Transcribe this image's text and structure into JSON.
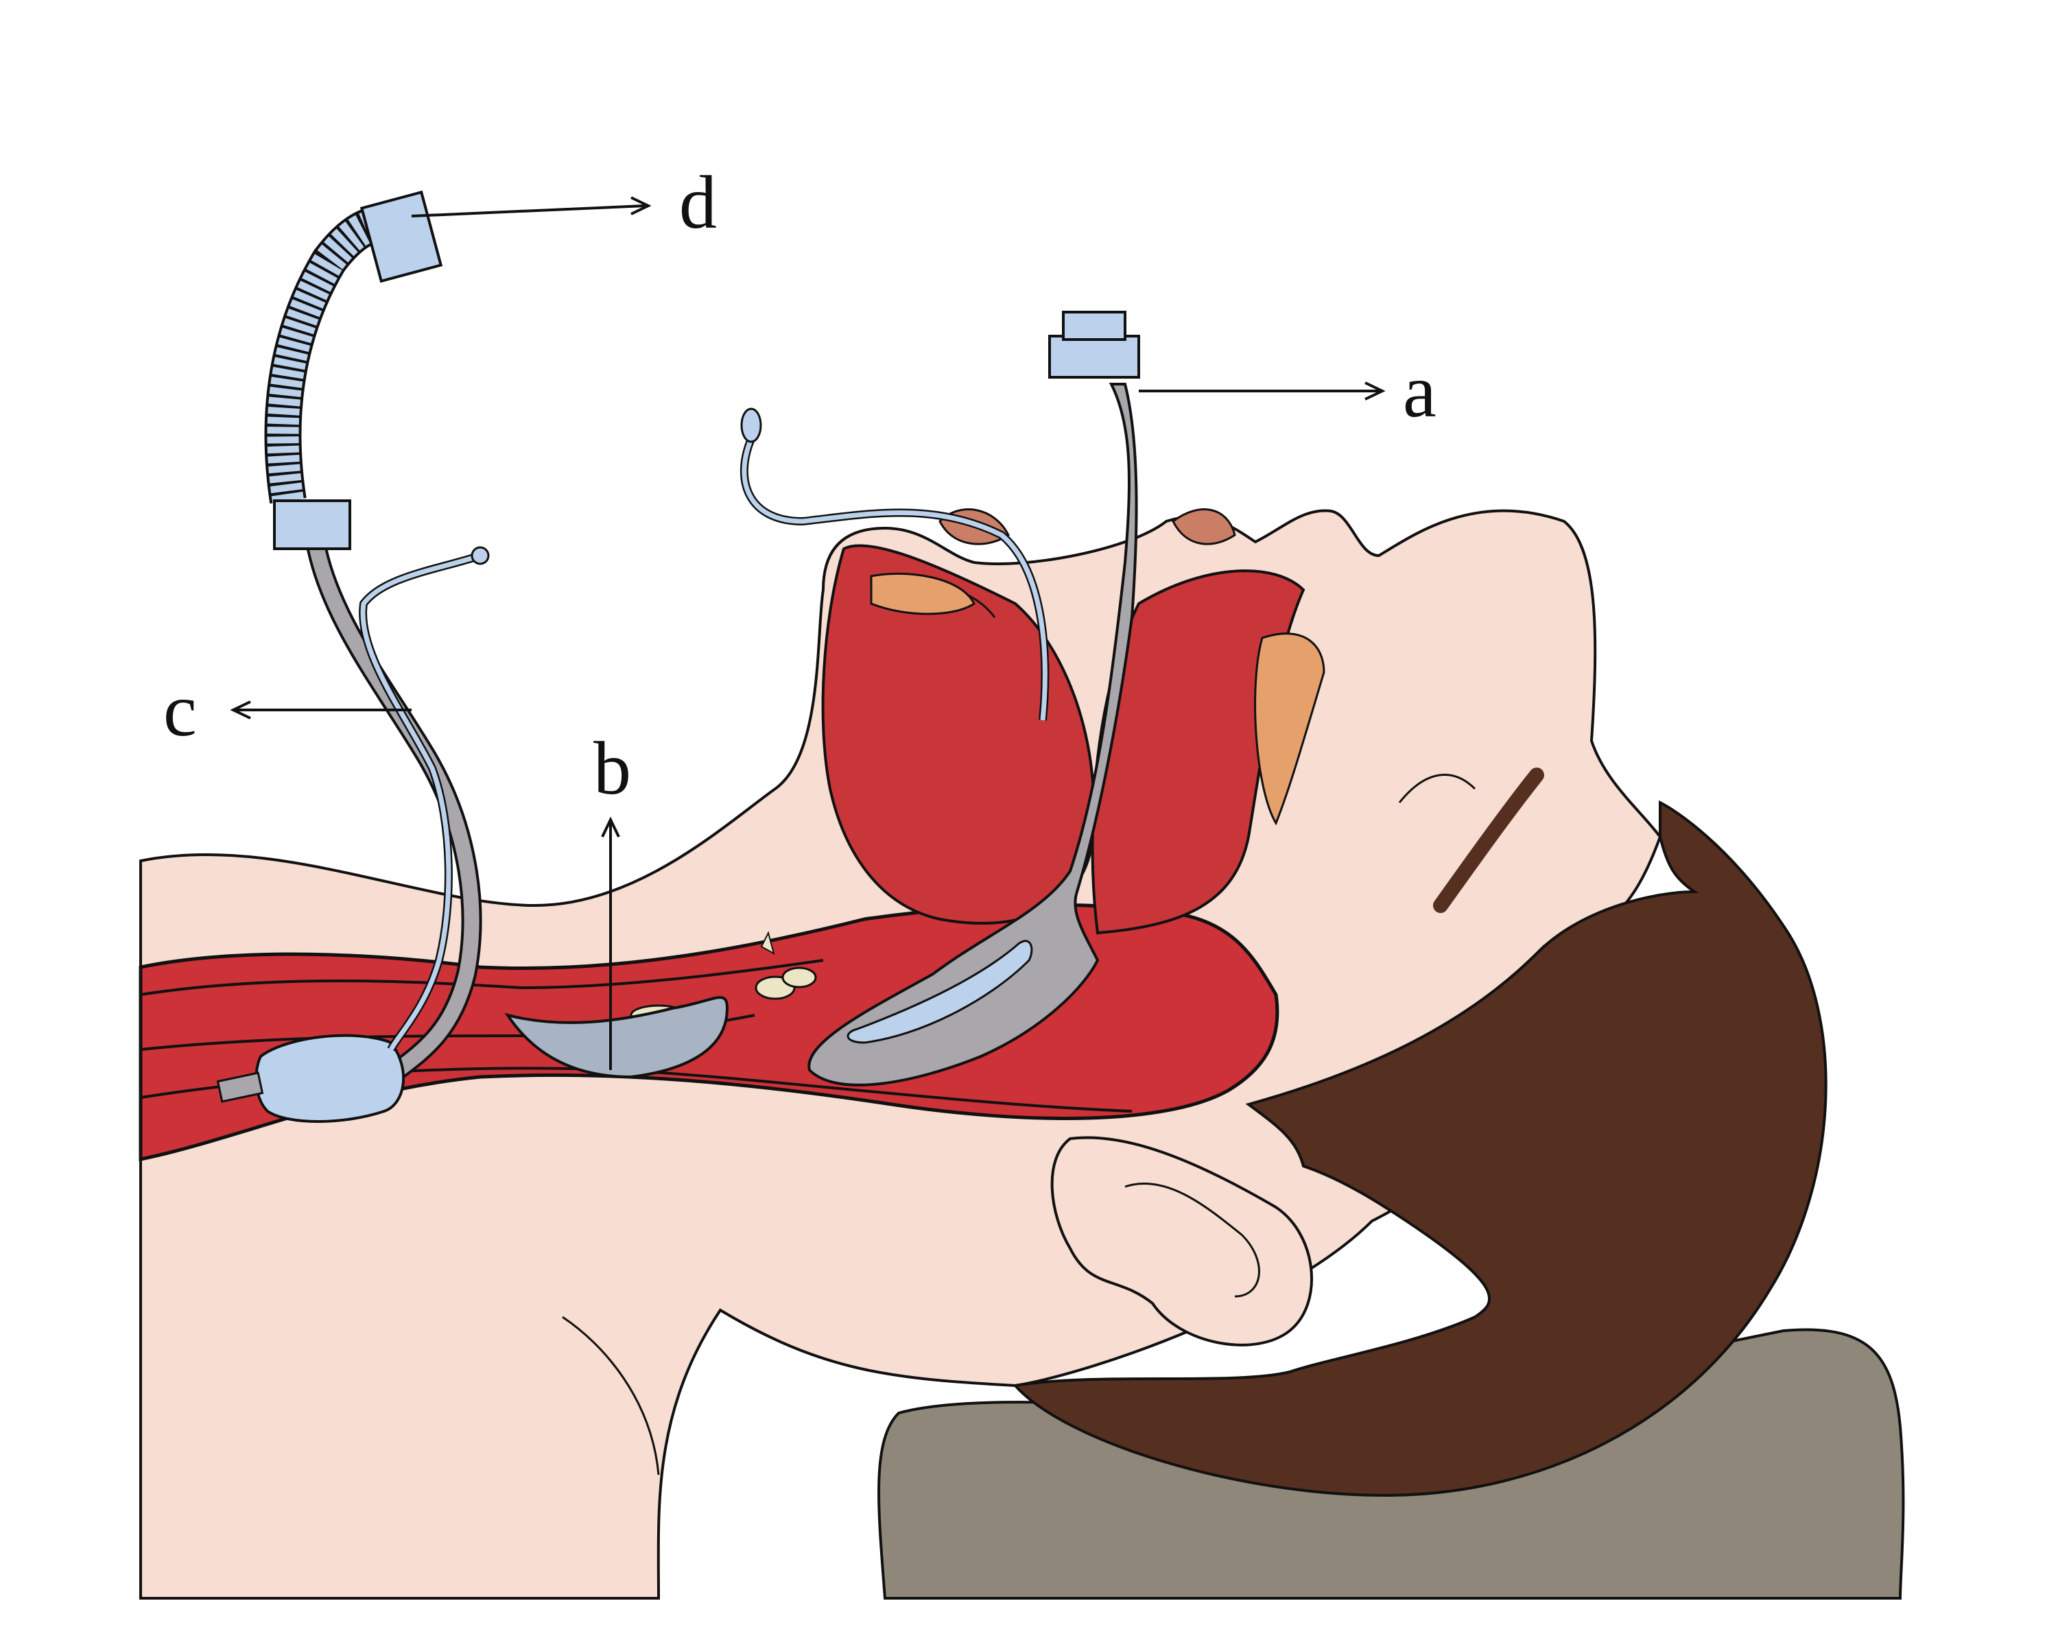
{
  "figure": {
    "description": "Sagittal illustration of a supine patient with head extended showing airway devices inserted",
    "labels": {
      "a": "a",
      "b": "b",
      "c": "c",
      "d": "d"
    },
    "colors": {
      "skin": "#f7ddd2",
      "hair": "#552f1f",
      "pillow": "#8f887a",
      "airway_red": "#cc3238",
      "tube_gray": "#a9a7ab",
      "device_blue": "#bcd2ec",
      "tongue_red": "#c9363a",
      "fat_orange": "#e5a06c",
      "teeth": "#ece6c7",
      "outline": "#111111"
    }
  }
}
